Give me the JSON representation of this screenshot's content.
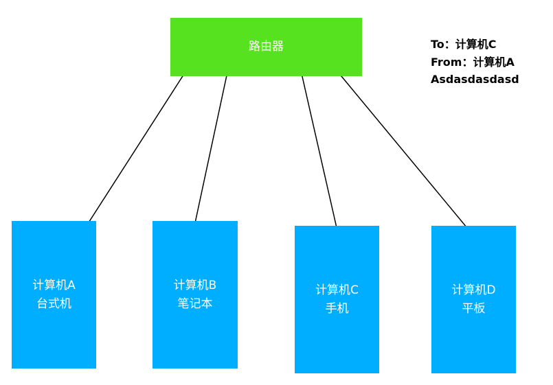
{
  "router": {
    "label": "路由器"
  },
  "devices": [
    {
      "name": "计算机A",
      "type": "台式机"
    },
    {
      "name": "计算机B",
      "type": "笔记本"
    },
    {
      "name": "计算机C",
      "type": "手机"
    },
    {
      "name": "计算机D",
      "type": "平板"
    }
  ],
  "packet": {
    "to": "To：计算机C",
    "from": "From：计算机A",
    "content": "Asdasdasdasd"
  },
  "colors": {
    "router": "#56e21e",
    "device": "#00aeff",
    "text_on_boxes": "#ffffff",
    "lines": "#000000"
  }
}
